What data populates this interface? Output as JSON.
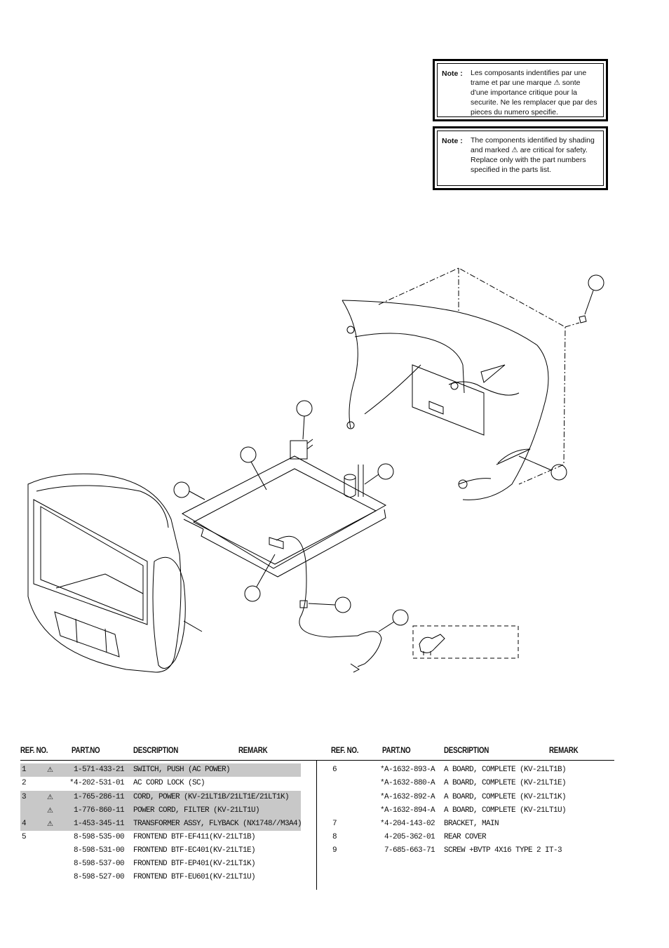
{
  "notes": {
    "fr": {
      "label": "Note :",
      "text": "Les composants indentifies par une trame et par une marque ⚠ sonte d'une importance critique pour la securite. Ne les remplacer que par des pieces du numero specifie."
    },
    "en": {
      "label": "Note :",
      "text": "The components identified by shading and marked ⚠ are critical for safety. Replace only with the part numbers specified in the parts list."
    }
  },
  "warning_symbol": "⚠",
  "table": {
    "headers": [
      "REF. NO.",
      "PART.NO",
      "DESCRIPTION",
      "REMARK"
    ],
    "left": [
      {
        "ref": "1",
        "warn": "⚠",
        "part": "1-571-433-21",
        "desc": "SWITCH, PUSH (AC POWER)",
        "shaded": true
      },
      {
        "ref": "2",
        "warn": "",
        "part": "*4-202-531-01",
        "desc": "AC CORD LOCK (SC)",
        "shaded": false
      },
      {
        "ref": "3",
        "warn": "⚠",
        "part": "1-765-286-11",
        "desc": "CORD, POWER (KV-21LT1B/21LT1E/21LT1K)",
        "shaded": true
      },
      {
        "ref": "",
        "warn": "⚠",
        "part": "1-776-860-11",
        "desc": "POWER CORD, FILTER (KV-21LT1U)",
        "shaded": true
      },
      {
        "ref": "4",
        "warn": "⚠",
        "part": "1-453-345-11",
        "desc": "TRANSFORMER ASSY, FLYBACK (NX1748//M3A4)",
        "shaded": true
      },
      {
        "ref": "5",
        "warn": "",
        "part": "8-598-535-00",
        "desc": "FRONTEND BTF-EF411(KV-21LT1B)",
        "shaded": false
      },
      {
        "ref": "",
        "warn": "",
        "part": "8-598-531-00",
        "desc": "FRONTEND BTF-EC401(KV-21LT1E)",
        "shaded": false
      },
      {
        "ref": "",
        "warn": "",
        "part": "8-598-537-00",
        "desc": "FRONTEND BTF-EP401(KV-21LT1K)",
        "shaded": false
      },
      {
        "ref": "",
        "warn": "",
        "part": "8-598-527-00",
        "desc": "FRONTEND BTF-EU601(KV-21LT1U)",
        "shaded": false
      }
    ],
    "right": [
      {
        "ref": "6",
        "part": "*A-1632-893-A",
        "desc": "A BOARD, COMPLETE (KV-21LT1B)"
      },
      {
        "ref": "",
        "part": "*A-1632-880-A",
        "desc": "A BOARD, COMPLETE (KV-21LT1E)"
      },
      {
        "ref": "",
        "part": "*A-1632-892-A",
        "desc": "A BOARD, COMPLETE (KV-21LT1K)"
      },
      {
        "ref": "",
        "part": "*A-1632-894-A",
        "desc": "A BOARD, COMPLETE (KV-21LT1U)"
      },
      {
        "ref": "7",
        "part": "*4-204-143-02",
        "desc": "BRACKET, MAIN"
      },
      {
        "ref": "8",
        "part": "4-205-362-01",
        "desc": "REAR COVER"
      },
      {
        "ref": "9",
        "part": "7-685-663-71",
        "desc": "SCREW +BVTP 4X16 TYPE 2 IT-3"
      }
    ]
  }
}
